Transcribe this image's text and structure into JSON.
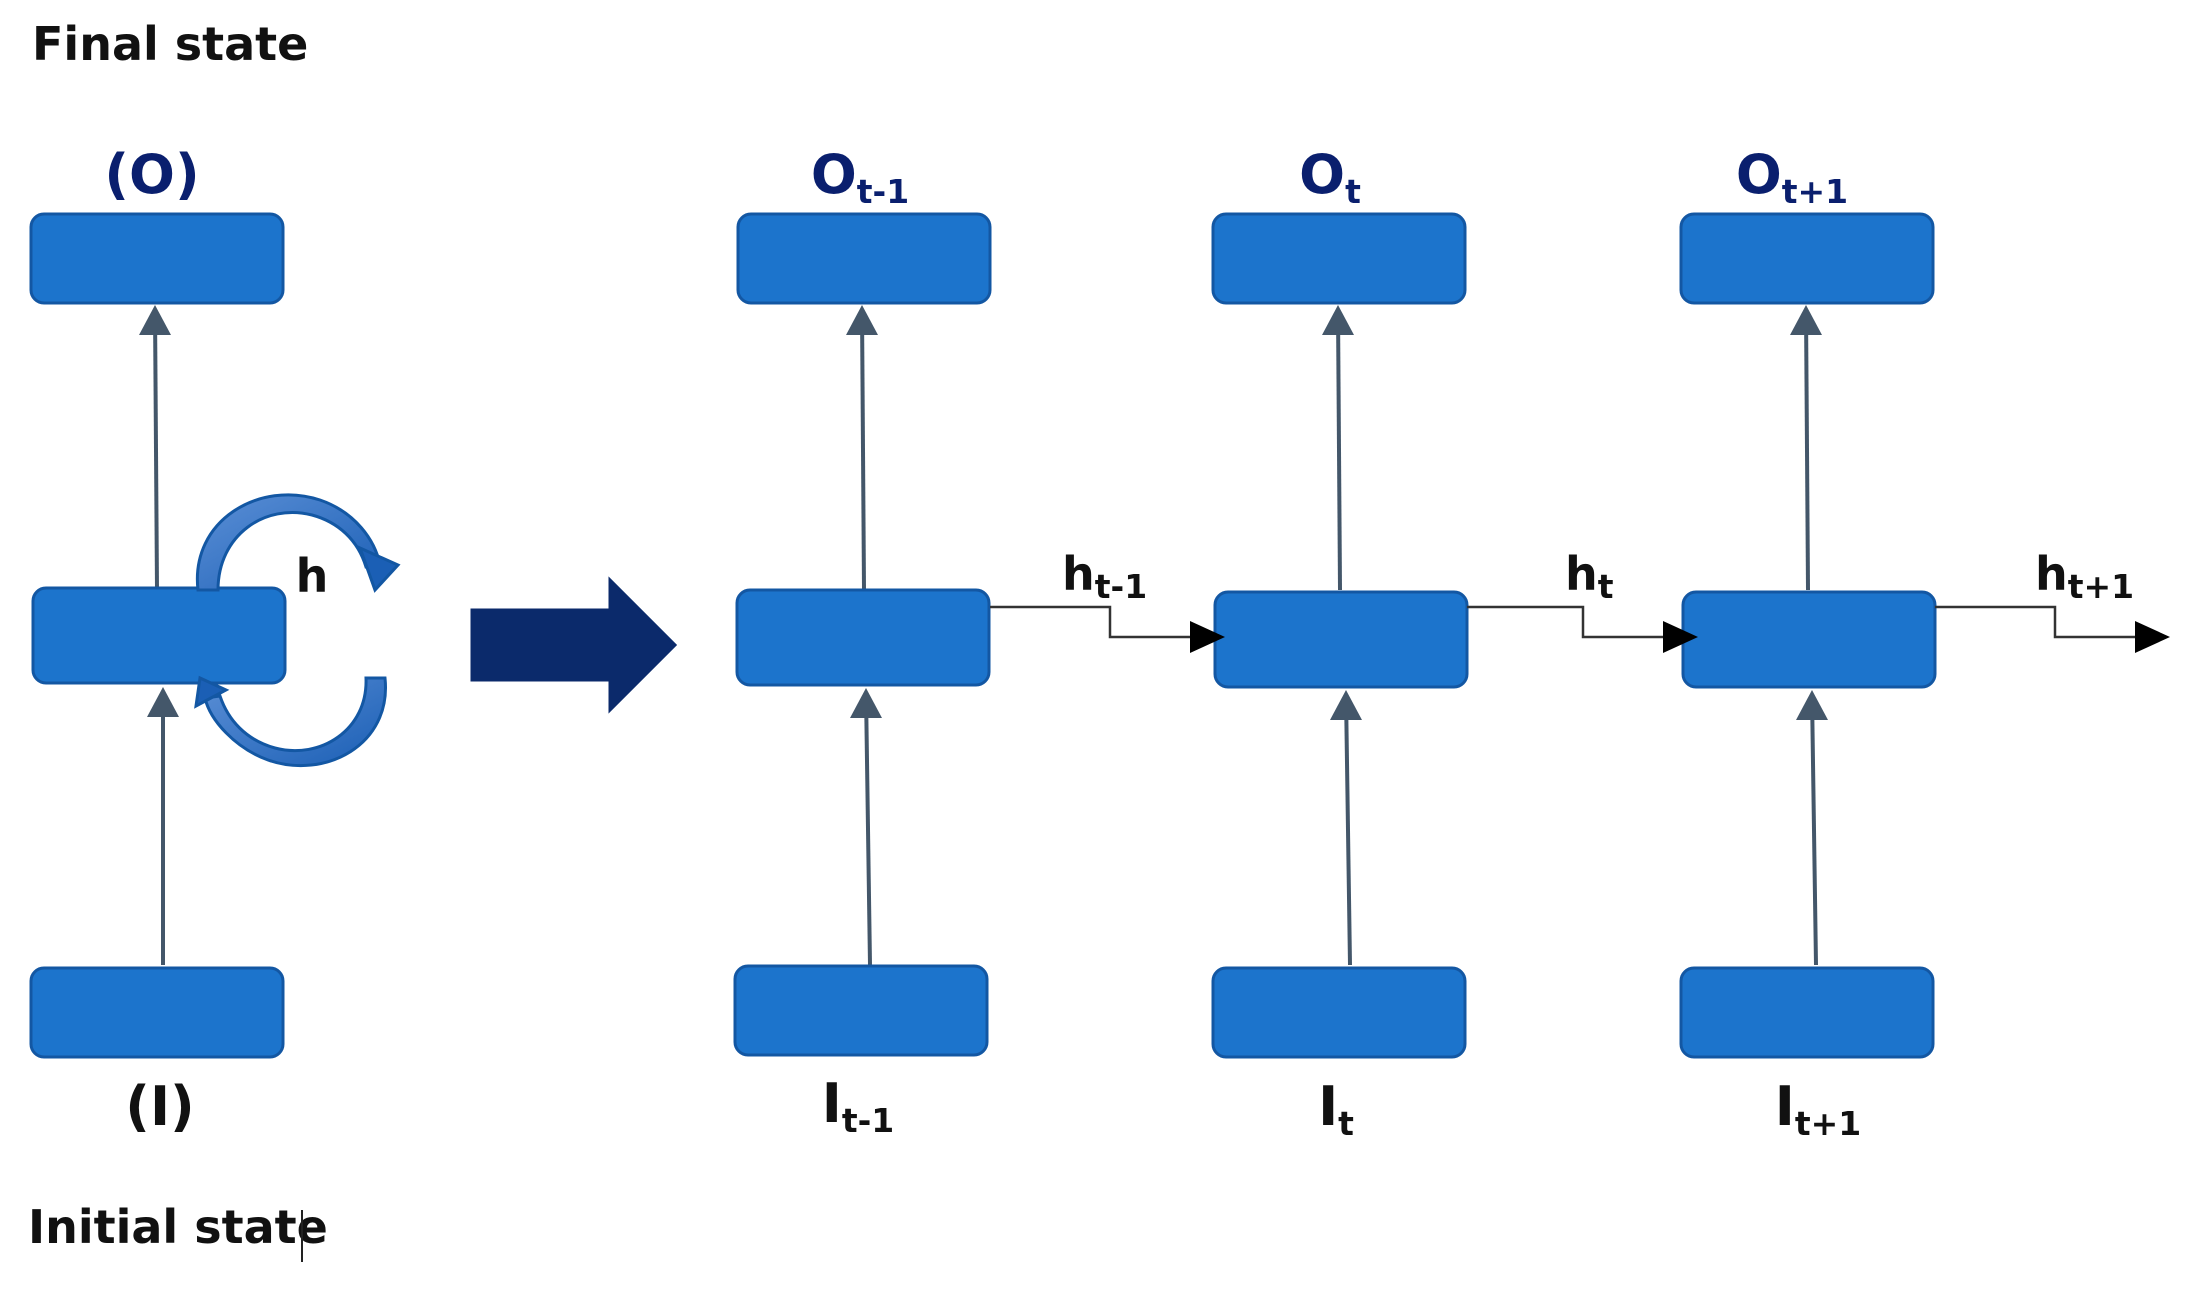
{
  "labels": {
    "final_state": "Final state",
    "initial_state": "Initial state",
    "folded_output": "(O)",
    "folded_input": "(I)",
    "folded_hidden": "h"
  },
  "outputs": [
    {
      "base": "O",
      "sub": "t-1"
    },
    {
      "base": "O",
      "sub": "t"
    },
    {
      "base": "O",
      "sub": "t+1"
    }
  ],
  "inputs": [
    {
      "base": "I",
      "sub": "t-1"
    },
    {
      "base": "I",
      "sub": "t"
    },
    {
      "base": "I",
      "sub": "t+1"
    }
  ],
  "hidden": [
    {
      "base": "h",
      "sub": "t-1"
    },
    {
      "base": "h",
      "sub": "t"
    },
    {
      "base": "h",
      "sub": "t+1"
    }
  ],
  "colors": {
    "box_fill": "#1c74cc",
    "box_border": "#1357a3",
    "connector": "#44576a",
    "unfold_arrow": "#0b2a6b",
    "output_label": "#0a1f6e"
  }
}
